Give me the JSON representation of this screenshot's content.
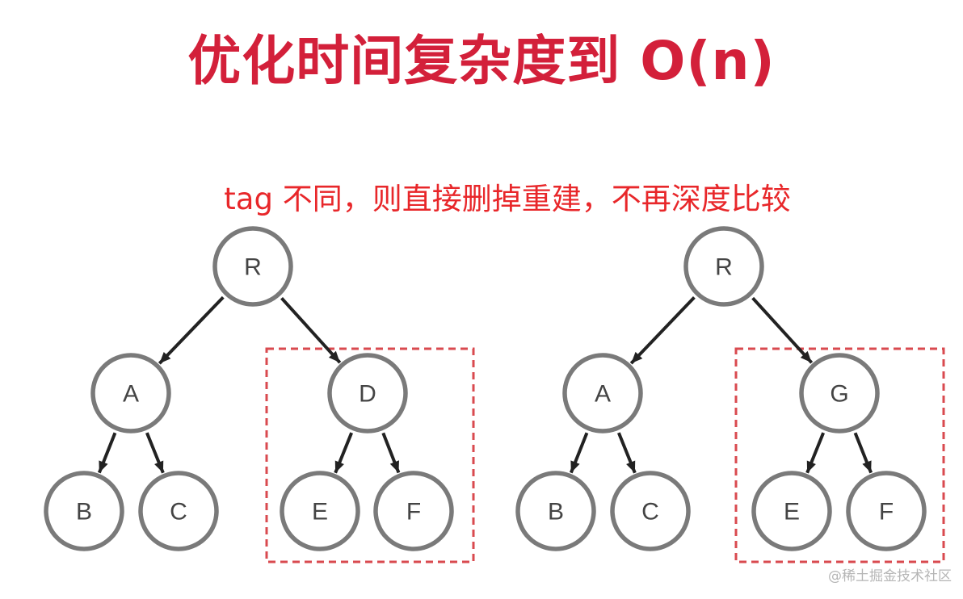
{
  "title": "优化时间复杂度到 O(n)",
  "subtitle": "tag 不同，则直接删掉重建，不再深度比较",
  "watermark": "@稀土掘金技术社区",
  "colors": {
    "title": "#d3203a",
    "subtitle": "#e8272a",
    "box": "#d94a4f",
    "node_stroke": "#7a7a7a"
  },
  "trees": [
    {
      "name": "left-tree",
      "nodes": [
        {
          "id": "R",
          "label": "R"
        },
        {
          "id": "A",
          "label": "A"
        },
        {
          "id": "D",
          "label": "D"
        },
        {
          "id": "B",
          "label": "B"
        },
        {
          "id": "C",
          "label": "C"
        },
        {
          "id": "E",
          "label": "E"
        },
        {
          "id": "F",
          "label": "F"
        }
      ],
      "edges": [
        [
          "R",
          "A"
        ],
        [
          "R",
          "D"
        ],
        [
          "A",
          "B"
        ],
        [
          "A",
          "C"
        ],
        [
          "D",
          "E"
        ],
        [
          "D",
          "F"
        ]
      ],
      "highlighted_subtree_root": "D"
    },
    {
      "name": "right-tree",
      "nodes": [
        {
          "id": "R",
          "label": "R"
        },
        {
          "id": "A",
          "label": "A"
        },
        {
          "id": "G",
          "label": "G"
        },
        {
          "id": "B",
          "label": "B"
        },
        {
          "id": "C",
          "label": "C"
        },
        {
          "id": "E",
          "label": "E"
        },
        {
          "id": "F",
          "label": "F"
        }
      ],
      "edges": [
        [
          "R",
          "A"
        ],
        [
          "R",
          "G"
        ],
        [
          "A",
          "B"
        ],
        [
          "A",
          "C"
        ],
        [
          "G",
          "E"
        ],
        [
          "G",
          "F"
        ]
      ],
      "highlighted_subtree_root": "G"
    }
  ]
}
